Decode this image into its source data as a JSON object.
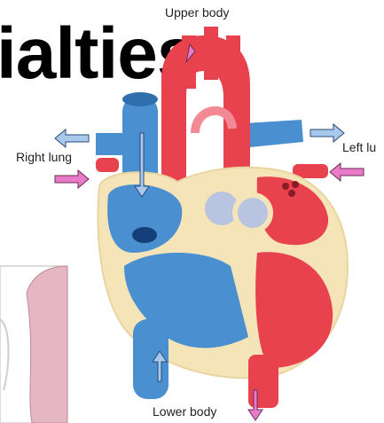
{
  "background_text": "ialties",
  "labels": {
    "upper_body": "Upper body",
    "right_lung": "Right lung",
    "left_lung": "Left lu",
    "lower_body": "Lower body"
  },
  "colors": {
    "oxygenated": "#e8424f",
    "deoxygenated": "#3f86c8",
    "muscle": "#f5e4b8",
    "arrow_pink": "#e87ac8",
    "arrow_blue": "#a8c8ec"
  }
}
